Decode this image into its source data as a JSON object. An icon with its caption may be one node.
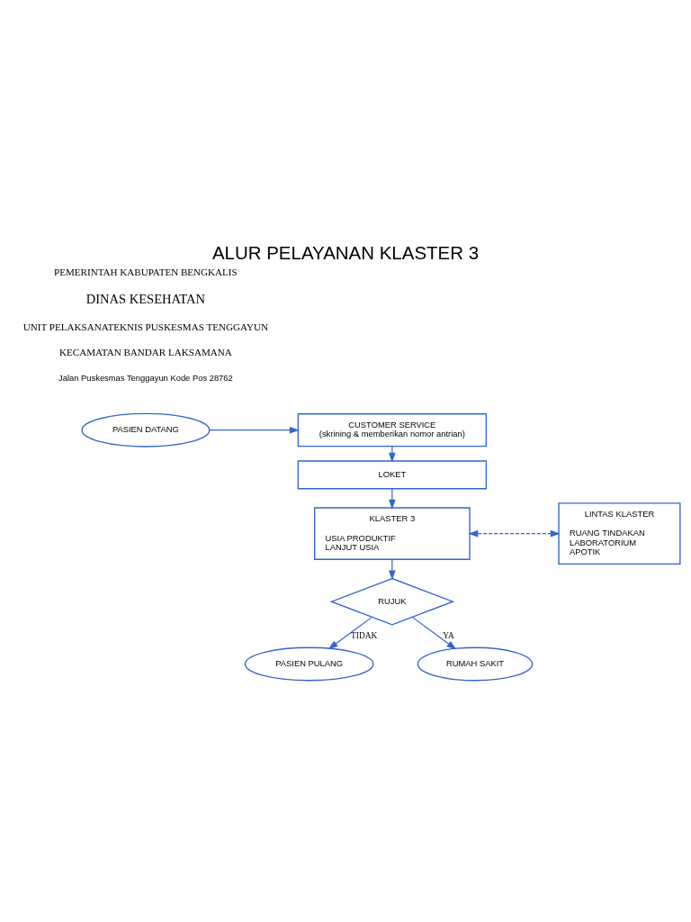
{
  "diagram": {
    "title": "ALUR PELAYANAN KLASTER 3",
    "nodes": [
      {
        "text": [
          "PASIEN DATANG"
        ]
      },
      {
        "text": [
          "CUSTOMER SERVICE",
          "(skrining & memberikan nomor antrian)"
        ]
      },
      {
        "text": [
          "LOKET"
        ]
      },
      {
        "text": [
          "KLASTER 3",
          "USIA PRODUKTIF",
          "LANJUT USIA"
        ]
      },
      {
        "text": [
          "LINTAS KLASTER",
          "RUANG TINDAKAN",
          "LABORATORIUM",
          "APOTIK"
        ]
      },
      {
        "text": [
          "RUJUK"
        ]
      },
      {
        "text": [
          "PASIEN PULANG"
        ]
      },
      {
        "text": [
          "RUMAH SAKIT"
        ]
      }
    ],
    "edges": [
      {
        "from": 0,
        "to": 1,
        "arrow": "to"
      },
      {
        "from": 1,
        "to": 2,
        "arrow": "to"
      },
      {
        "from": 2,
        "to": 3,
        "arrow": "to"
      },
      {
        "from": 3,
        "to": 4,
        "arrow": "both",
        "style": "dashed"
      },
      {
        "from": 3,
        "to": 5,
        "arrow": "to"
      },
      {
        "from": 5,
        "to": 6,
        "arrow": "to",
        "label": "TIDAK"
      },
      {
        "from": 5,
        "to": 7,
        "arrow": "to",
        "label": "YA"
      }
    ],
    "labels": [
      "PEMERINTAH KABUPATEN BENGKALIS",
      "DINAS KESEHATAN",
      "UNIT PELAKSANATEKNIS PUSKESMAS TENGGAYUN",
      "KECAMATAN BANDAR LAKSAMANA",
      "Jalan Puskesmas Tenggayun Kode Pos 28762"
    ]
  }
}
